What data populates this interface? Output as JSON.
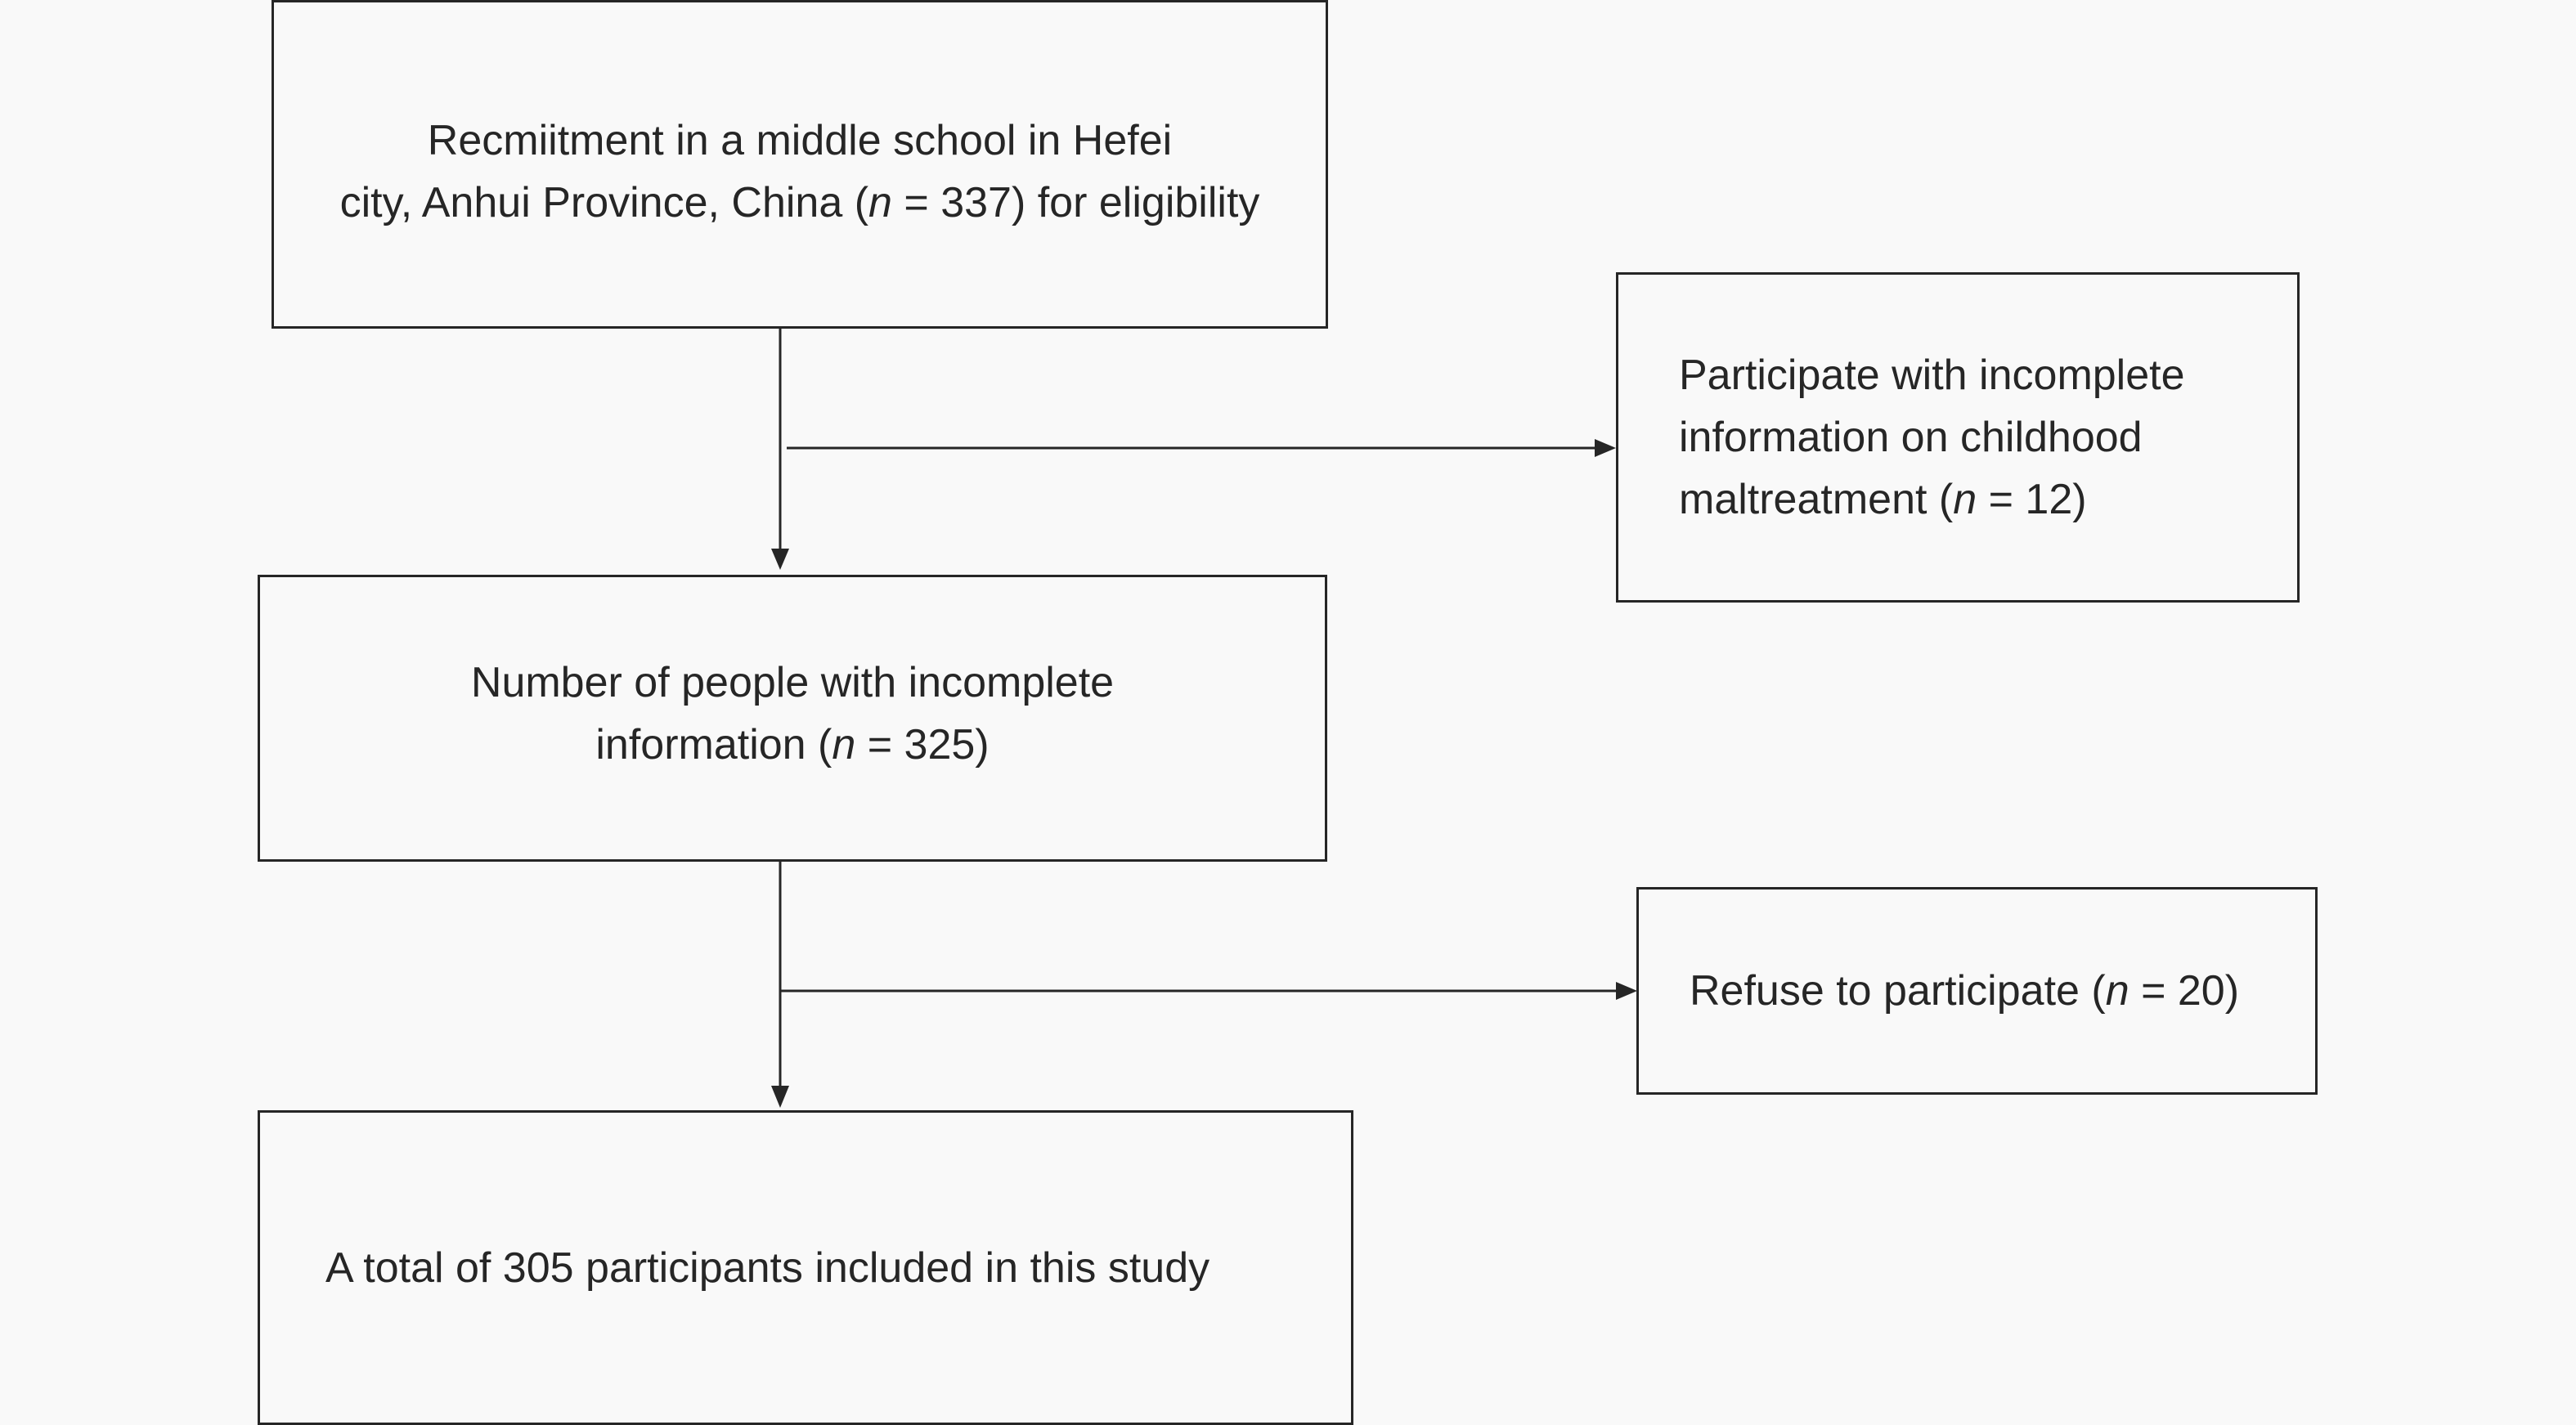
{
  "boxes": {
    "recruitment": {
      "line1": "Recmiitment in a middle school in Hefei",
      "line2_pre": "city, Anhui Province, China (",
      "n_symbol": "n",
      "line2_post": " = 337) for eligibility"
    },
    "incomplete_info": {
      "line1": "Participate with incomplete",
      "line2": "information on childhood",
      "line3_pre": "maltreatment (",
      "n_symbol": "n",
      "line3_post": " = 12)"
    },
    "people_incomplete": {
      "line1": "Number of people with incomplete",
      "line2_pre": "information (",
      "n_symbol": "n",
      "line2_post": " = 325)"
    },
    "refuse": {
      "line1_pre": "Refuse to participate (",
      "n_symbol": "n",
      "line1_post": " = 20)"
    },
    "total": {
      "line1": "A total of 305 participants included in this study"
    }
  }
}
